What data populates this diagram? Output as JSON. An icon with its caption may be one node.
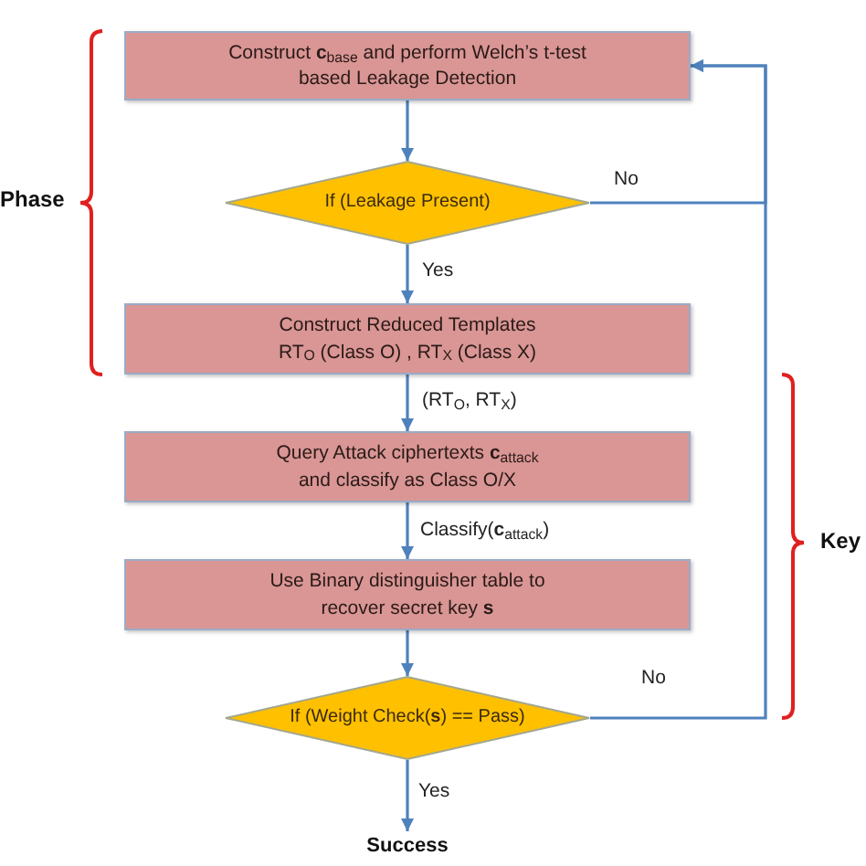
{
  "diagram": {
    "nodes": [
      {
        "text": [
          "Construct **c**$_{base}$ and perform Welch’s t-test based Leakage Detection"
        ]
      },
      {
        "text": [
          "If (Leakage Present)"
        ]
      },
      {
        "text": [
          "Construct Reduced Templates RT$_{O}$ (Class O) , RT$_{X}$ (Class X)"
        ]
      },
      {
        "text": [
          "Query Attack ciphertexts **c**$_{attack}$ and classify as Class O/X"
        ]
      },
      {
        "text": [
          "Use Binary distinguisher table to recover secret key **s**"
        ]
      },
      {
        "text": [
          "If (Weight Check(**s**) == Pass)"
        ]
      },
      {
        "text": [
          "Success"
        ]
      }
    ],
    "edges": [
      {
        "from": 0,
        "to": 1,
        "arrow": "to"
      },
      {
        "from": 1,
        "to": 0,
        "arrow": "to",
        "label": "No"
      },
      {
        "from": 1,
        "to": 2,
        "arrow": "to",
        "label": "Yes"
      },
      {
        "from": 2,
        "to": 3,
        "arrow": "to",
        "label": "(RT$_{O}$, RT$_{X}$)"
      },
      {
        "from": 3,
        "to": 4,
        "arrow": "to",
        "label": "Classify(**c**$_{attack}$)"
      },
      {
        "from": 4,
        "to": 5,
        "arrow": "to"
      },
      {
        "from": 5,
        "to": 0,
        "arrow": "to",
        "label": "No"
      },
      {
        "from": 5,
        "to": 6,
        "arrow": "to",
        "label": "Yes"
      }
    ],
    "labels": [
      "Phase",
      "Key"
    ]
  }
}
